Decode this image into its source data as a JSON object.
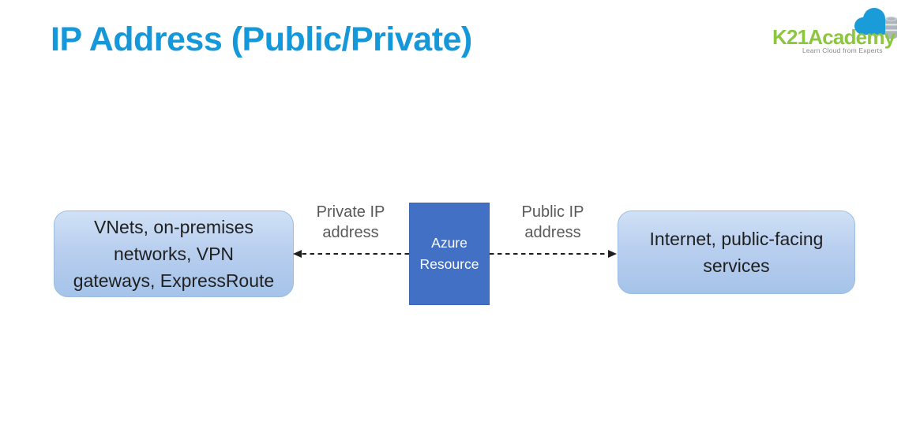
{
  "header": {
    "title": "IP Address (Public/Private)"
  },
  "logo": {
    "name": "K21Academy",
    "tagline": "Learn Cloud from Experts"
  },
  "diagram": {
    "left_box": {
      "lines": [
        "VNets, on-premises",
        "networks, VPN",
        "gateways, ExpressRoute"
      ]
    },
    "center_box": {
      "lines": [
        "Azure",
        "Resource"
      ]
    },
    "right_box": {
      "lines": [
        "Internet, public-facing",
        "services"
      ]
    },
    "left_arrow": {
      "label_lines": [
        "Private IP",
        "address"
      ],
      "direction": "left",
      "from": "Azure Resource",
      "to": "VNets, on-premises networks, VPN gateways, ExpressRoute"
    },
    "right_arrow": {
      "label_lines": [
        "Public IP",
        "address"
      ],
      "direction": "right",
      "from": "Azure Resource",
      "to": "Internet, public-facing services"
    }
  },
  "colors": {
    "title_blue": "#1598D9",
    "logo_green": "#8CC63E",
    "cloud_blue": "#199CD8",
    "azure_box_fill": "#4170C4",
    "azure_box_border": "#3A65B5",
    "outer_box_gradient_top": "#D0E1F6",
    "outer_box_gradient_bottom": "#A5C3E9",
    "outer_box_border": "#9DBCE2",
    "arrow_black": "#1F1F1F",
    "label_gray": "#595959",
    "box_text": "#1F1F1F",
    "background": "#FFFFFF"
  }
}
